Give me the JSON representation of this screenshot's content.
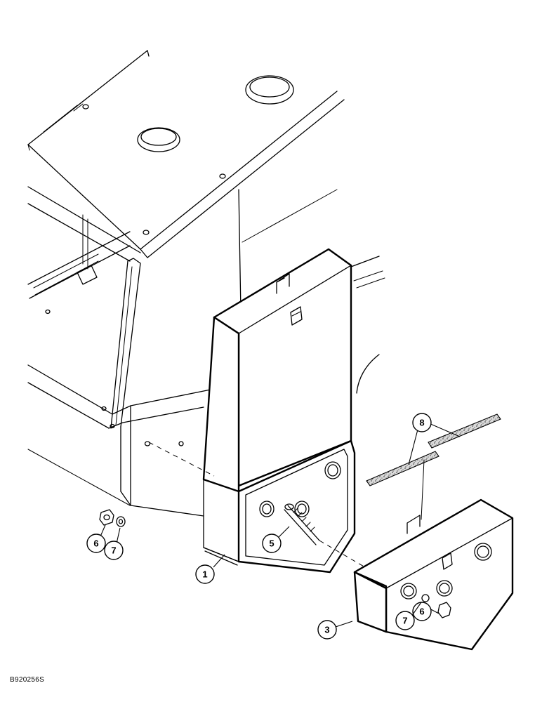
{
  "figure": {
    "code": "B920256S"
  },
  "callouts": [
    {
      "id": "c1",
      "label": "1",
      "part": "weight-left"
    },
    {
      "id": "c3",
      "label": "3",
      "part": "weight-right"
    },
    {
      "id": "c5",
      "label": "5",
      "part": "stud"
    },
    {
      "id": "c6a",
      "label": "6",
      "part": "nut"
    },
    {
      "id": "c7a",
      "label": "7",
      "part": "washer"
    },
    {
      "id": "c6b",
      "label": "6",
      "part": "nut"
    },
    {
      "id": "c7b",
      "label": "7",
      "part": "washer"
    },
    {
      "id": "c8",
      "label": "8",
      "part": "anti-slip-strips"
    }
  ],
  "colors": {
    "line": "#000000",
    "background": "#ffffff",
    "grit": "#d6d6d6"
  }
}
